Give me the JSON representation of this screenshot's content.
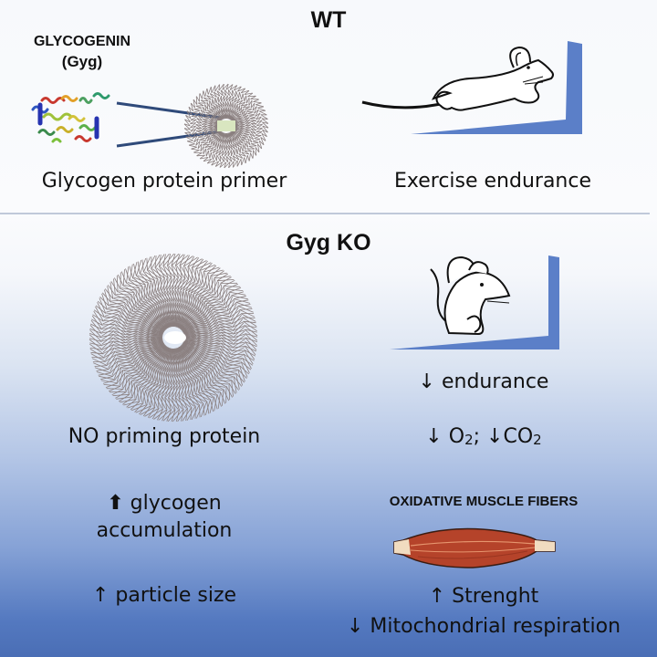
{
  "wt_section": {
    "title": "WT",
    "protein_label_line1": "GLYCOGENIN",
    "protein_label_line2": "(Gyg)",
    "left_caption": "Glycogen protein primer",
    "right_caption": "Exercise endurance"
  },
  "ko_section": {
    "title": "Gyg KO",
    "left": {
      "caption": "NO priming protein",
      "glycogen_arrow": "⬆",
      "glycogen_line1": "glycogen",
      "glycogen_line2": "accumulation",
      "particle_arrow": "↑",
      "particle_text": "particle size"
    },
    "right": {
      "endurance_arrow": "↓",
      "endurance_text": "endurance",
      "o2_arrow": "↓",
      "o2_text": "O",
      "o2_sub": "2",
      "sep": ";",
      "co2_arrow": "↓",
      "co2_text": "CO",
      "co2_sub": "2",
      "muscle_title": "OXIDATIVE MUSCLE FIBERS",
      "strength_arrow": "↑",
      "strength_text": "Strenght",
      "mito_arrow": "↓",
      "mito_text": "Mitochondrial respiration"
    }
  },
  "colors": {
    "ramp": "#5b7fc8",
    "line": "#2f4a7a",
    "muscle": "#b5432a",
    "tendon": "#f1dcc0",
    "gradient_bottom": "#4a6eb5"
  }
}
